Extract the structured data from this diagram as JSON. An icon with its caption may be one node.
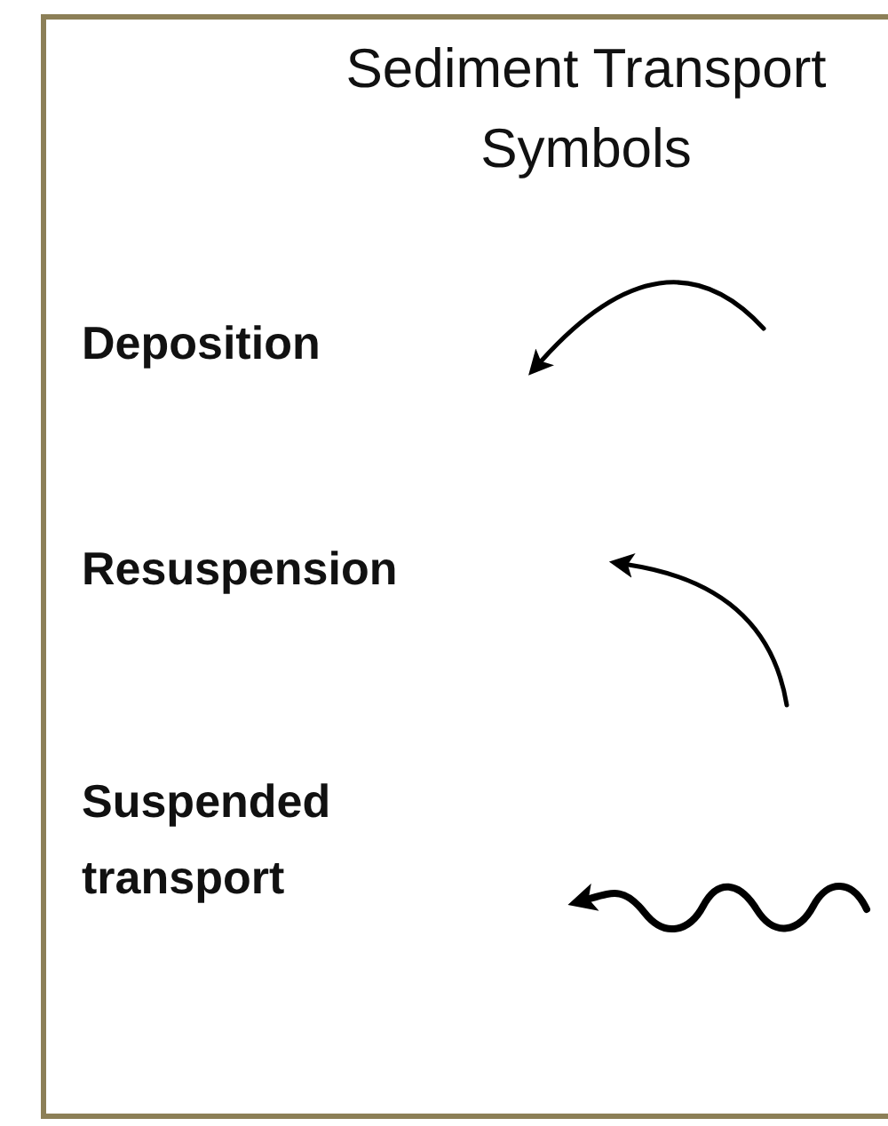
{
  "diagram": {
    "title": "Sediment Transport Symbols",
    "labels": [
      "Deposition",
      "Resuspension",
      "Suspended transport"
    ]
  }
}
